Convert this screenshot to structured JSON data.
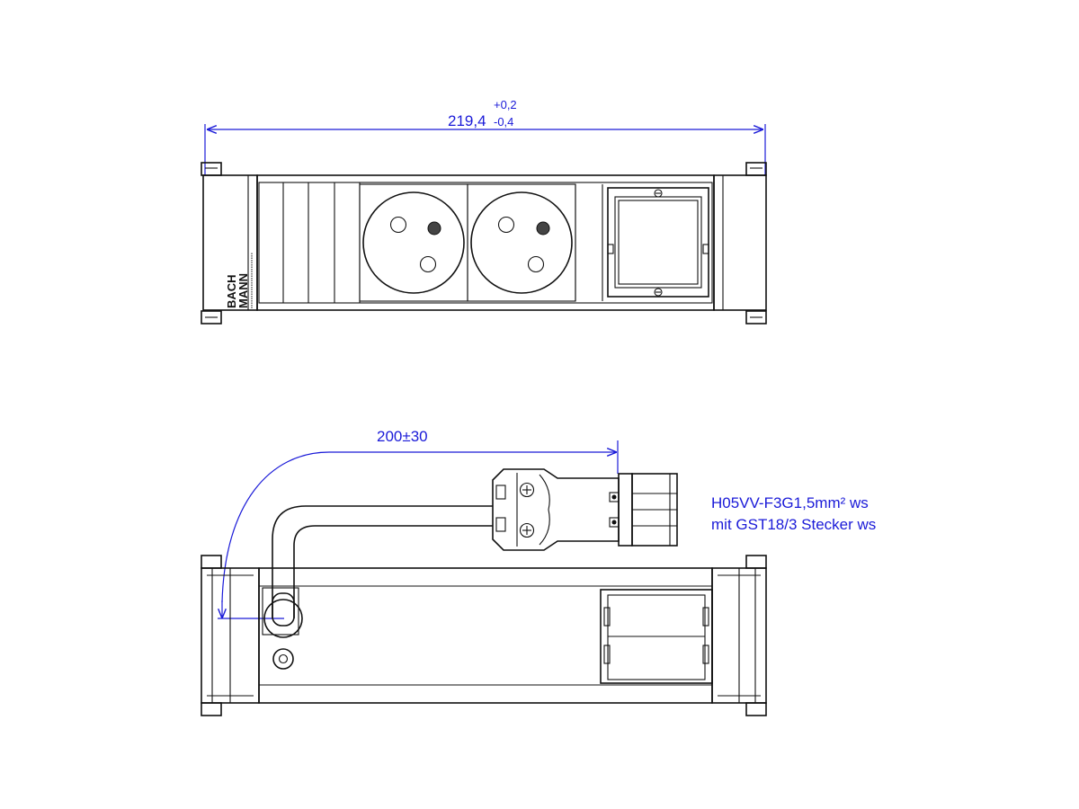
{
  "top_view": {
    "overall_length": "219,4",
    "tolerance_plus": "+0,2",
    "tolerance_minus": "-0,4",
    "brand_line1": "BACH",
    "brand_line2": "MANN"
  },
  "side_view": {
    "cable_length": "200±30",
    "cable_spec_line1": "H05VV-F3G1,5mm² ws",
    "cable_spec_line2": "mit GST18/3  Stecker ws"
  },
  "colors": {
    "outline": "#111111",
    "dimension": "#1a1ad8",
    "fill": "#ffffff",
    "pin": "#444444"
  }
}
